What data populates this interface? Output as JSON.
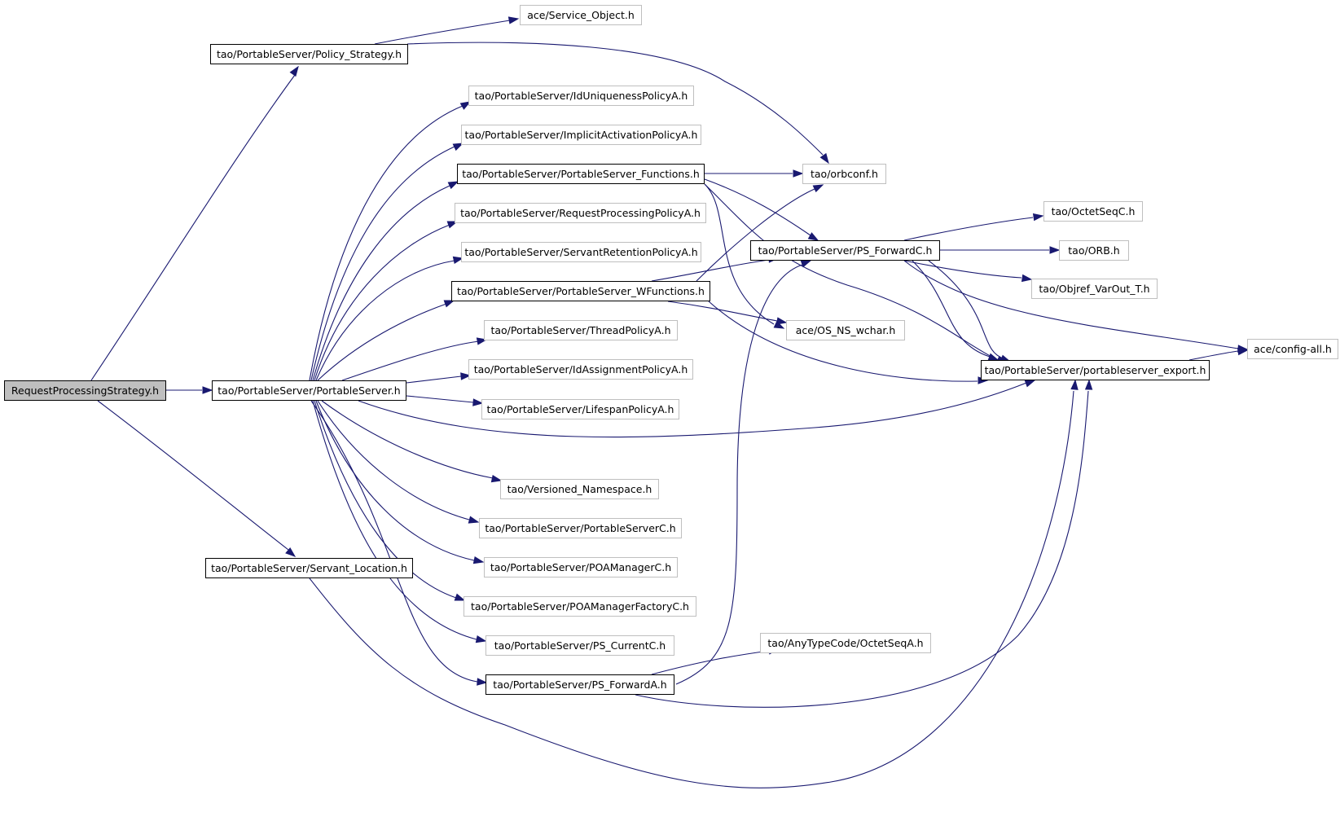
{
  "colors": {
    "edge": "#191970",
    "root_fill": "#bfbfbf",
    "solid_border": "#000000",
    "faint_border": "#bfbfbf"
  },
  "nodes": {
    "root": "RequestProcessingStrategy.h",
    "policy_strategy": "tao/PortableServer/Policy_Strategy.h",
    "portableserver": "tao/PortableServer/PortableServer.h",
    "servant_location": "tao/PortableServer/Servant_Location.h",
    "service_object": "ace/Service_Object.h",
    "id_uniqueness": "tao/PortableServer/IdUniquenessPolicyA.h",
    "implicit_activation": "tao/PortableServer/ImplicitActivationPolicyA.h",
    "ps_functions": "tao/PortableServer/PortableServer_Functions.h",
    "request_processing": "tao/PortableServer/RequestProcessingPolicyA.h",
    "servant_retention": "tao/PortableServer/ServantRetentionPolicyA.h",
    "ps_wfunctions": "tao/PortableServer/PortableServer_WFunctions.h",
    "thread_policy": "tao/PortableServer/ThreadPolicyA.h",
    "id_assignment": "tao/PortableServer/IdAssignmentPolicyA.h",
    "lifespan": "tao/PortableServer/LifespanPolicyA.h",
    "versioned_ns": "tao/Versioned_Namespace.h",
    "portableserverc": "tao/PortableServer/PortableServerC.h",
    "poamanagerc": "tao/PortableServer/POAManagerC.h",
    "poamanagerfactoryc": "tao/PortableServer/POAManagerFactoryC.h",
    "ps_currentc": "tao/PortableServer/PS_CurrentC.h",
    "ps_forwarda": "tao/PortableServer/PS_ForwardA.h",
    "orbconf": "tao/orbconf.h",
    "ps_forwardc": "tao/PortableServer/PS_ForwardC.h",
    "os_ns_wchar": "ace/OS_NS_wchar.h",
    "octetseqa": "tao/AnyTypeCode/OctetSeqA.h",
    "octetseqc": "tao/OctetSeqC.h",
    "orb": "tao/ORB.h",
    "objref_varout": "tao/Objref_VarOut_T.h",
    "ps_export": "tao/PortableServer/portableserver_export.h",
    "config_all": "ace/config-all.h"
  }
}
